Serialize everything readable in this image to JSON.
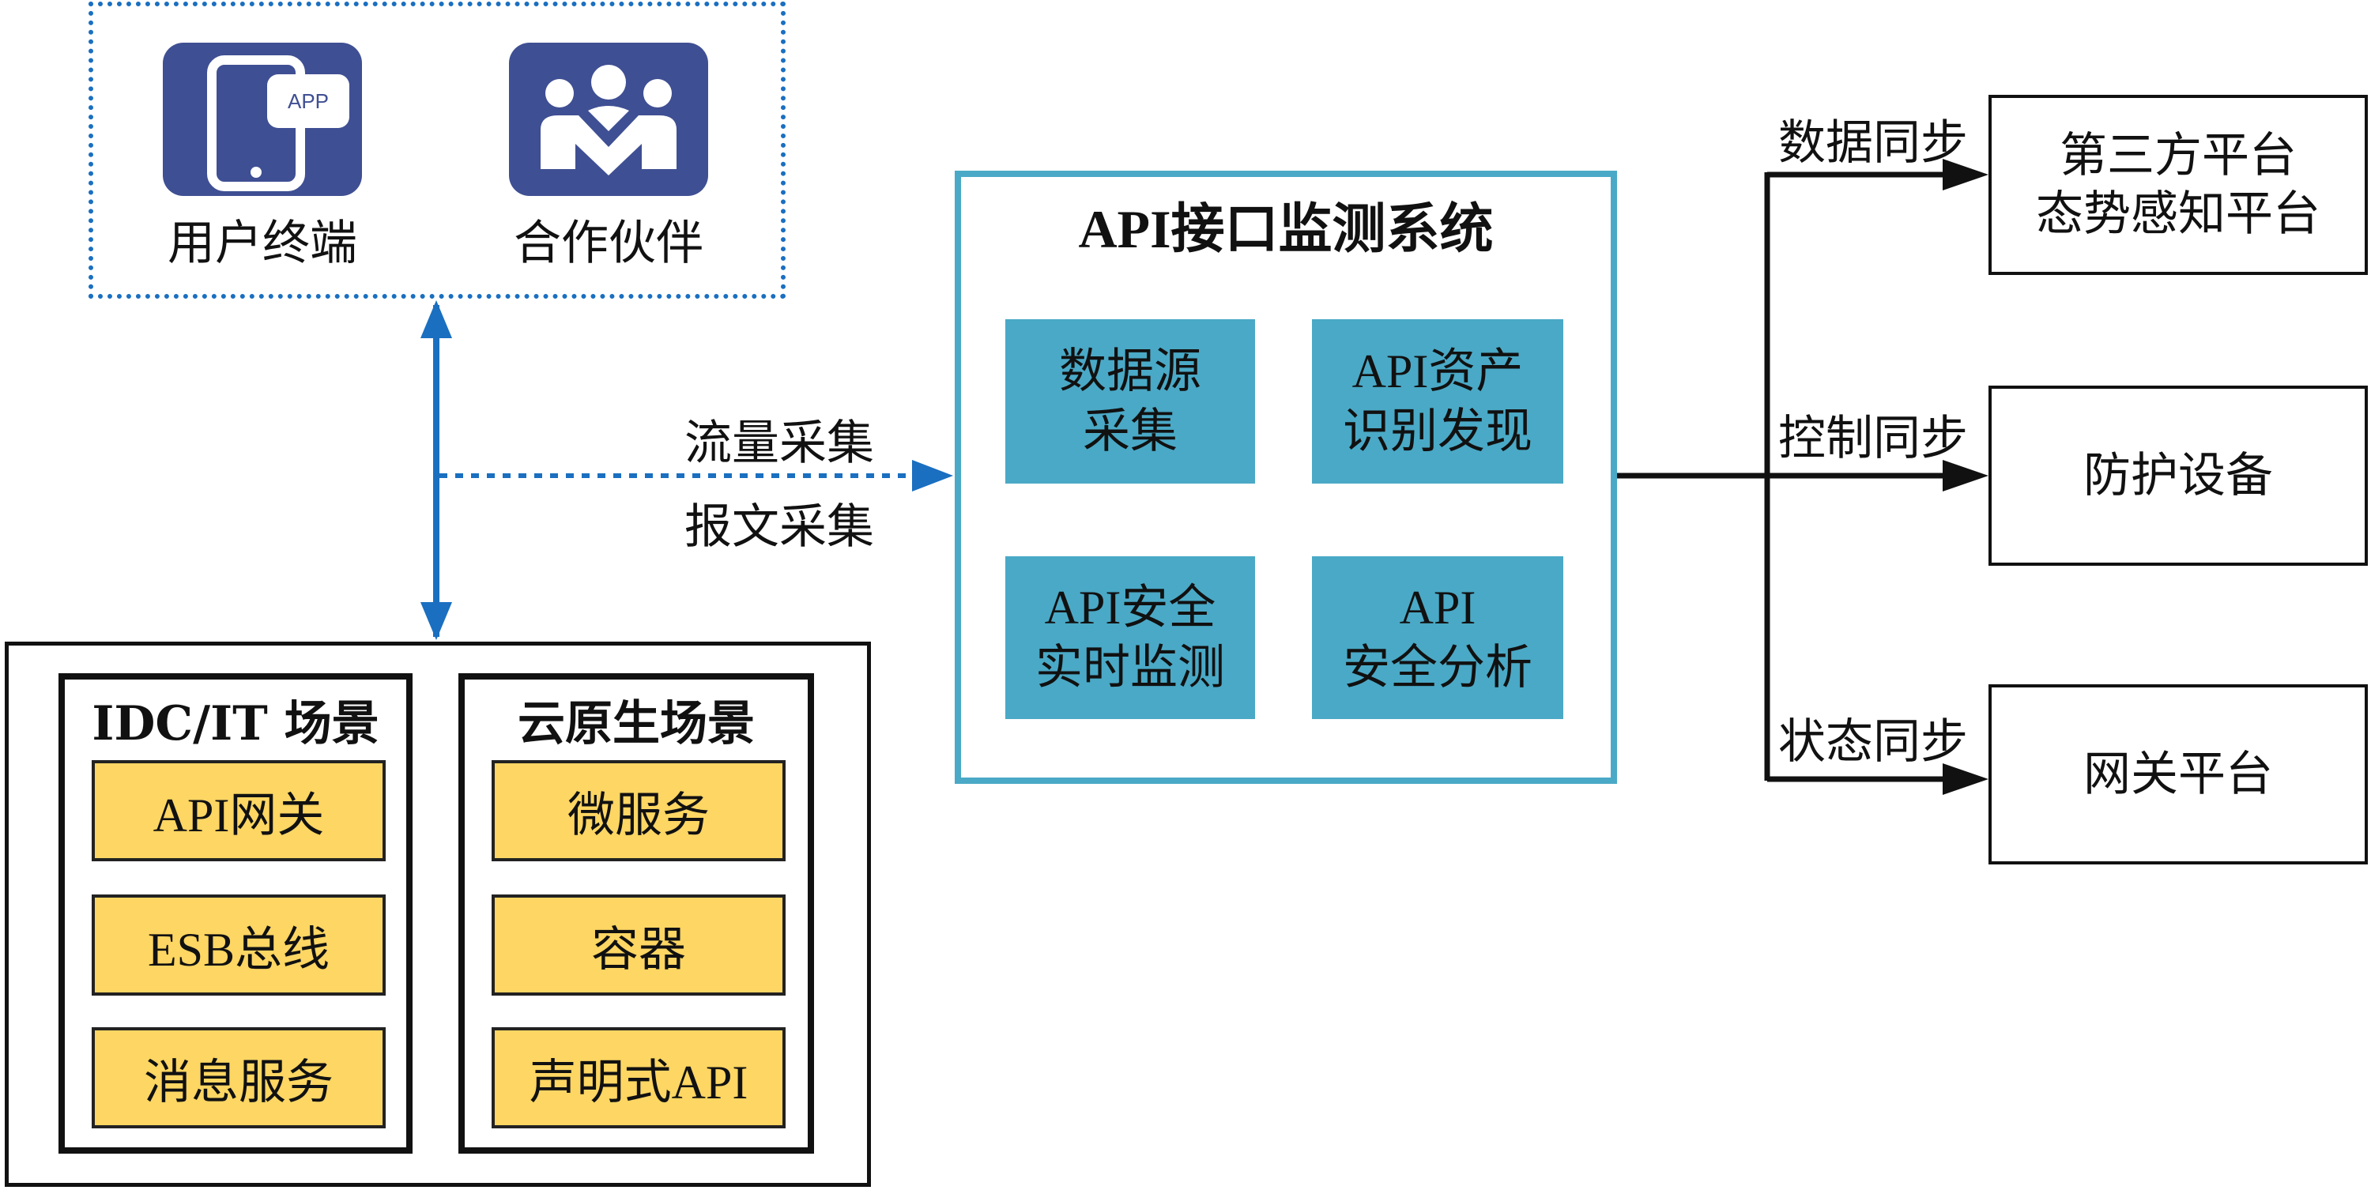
{
  "clients": {
    "user_terminal": {
      "label": "用户终端",
      "badge": "APP",
      "icon": "phone-app-icon"
    },
    "partner": {
      "label": "合作伙伴",
      "icon": "people-group-icon"
    }
  },
  "flows": {
    "traffic": "流量采集",
    "message": "报文采集"
  },
  "system": {
    "title": "API接口监测系统",
    "modules": [
      {
        "line1": "数据源",
        "line2": "采集"
      },
      {
        "line1": "API资产",
        "line2": "识别发现"
      },
      {
        "line1": "API安全",
        "line2": "实时监测"
      },
      {
        "line1": "API",
        "line2": "安全分析"
      }
    ]
  },
  "scenarios": {
    "idc": {
      "title": "IDC/IT 场景",
      "items": [
        "API网关",
        "ESB总线",
        "消息服务"
      ]
    },
    "cloud": {
      "title": "云原生场景",
      "items": [
        "微服务",
        "容器",
        "声明式API"
      ]
    }
  },
  "syncs": [
    {
      "label": "数据同步",
      "target_line1": "第三方平台",
      "target_line2": "态势感知平台"
    },
    {
      "label": "控制同步",
      "target_line1": "防护设备",
      "target_line2": ""
    },
    {
      "label": "状态同步",
      "target_line1": "网关平台",
      "target_line2": ""
    }
  ],
  "colors": {
    "client_border": "#1a6fc0",
    "app_tile": "#3f4f93",
    "system_border": "#4aa9c6",
    "module_fill": "#4aa9c6",
    "scenario_item_fill": "#fdd663",
    "lines": "#111111"
  }
}
